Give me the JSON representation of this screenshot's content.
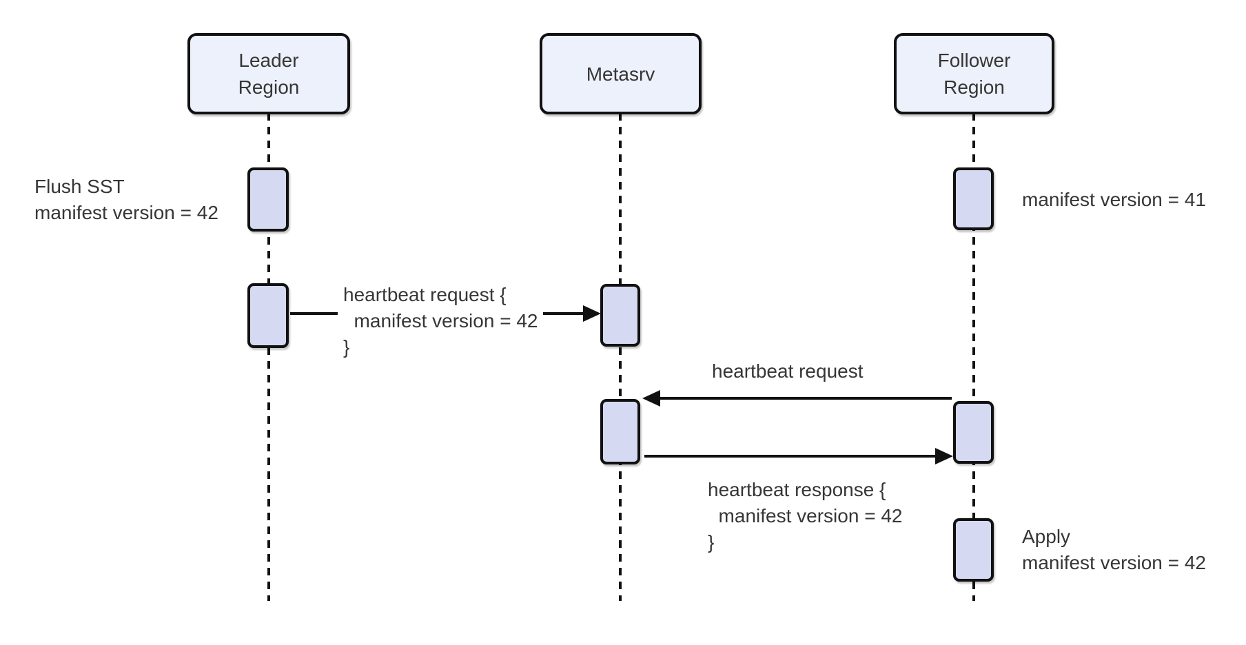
{
  "diagram": {
    "type": "sequence-diagram",
    "colors": {
      "participant_fill": "#EDF1FB",
      "activation_fill": "#D5D9F2",
      "line": "#111111",
      "text": "#363636",
      "background": "#ffffff"
    },
    "participants": [
      {
        "id": "leader-region",
        "label": "Leader\nRegion"
      },
      {
        "id": "metasrv",
        "label": "Metasrv"
      },
      {
        "id": "follower-region",
        "label": "Follower\nRegion"
      }
    ],
    "messages": [
      {
        "from": "leader-region",
        "to": "metasrv",
        "label": "heartbeat request {\n  manifest version = 42\n}"
      },
      {
        "from": "follower-region",
        "to": "metasrv",
        "label": "heartbeat request"
      },
      {
        "from": "metasrv",
        "to": "follower-region",
        "label": "heartbeat response {\n  manifest version = 42\n}"
      }
    ],
    "annotations": [
      {
        "near": "leader-region",
        "label": "Flush SST\nmanifest version = 42"
      },
      {
        "near": "follower-region",
        "label": "manifest version = 41"
      },
      {
        "near": "follower-region",
        "label": "Apply\nmanifest version = 42"
      }
    ]
  }
}
